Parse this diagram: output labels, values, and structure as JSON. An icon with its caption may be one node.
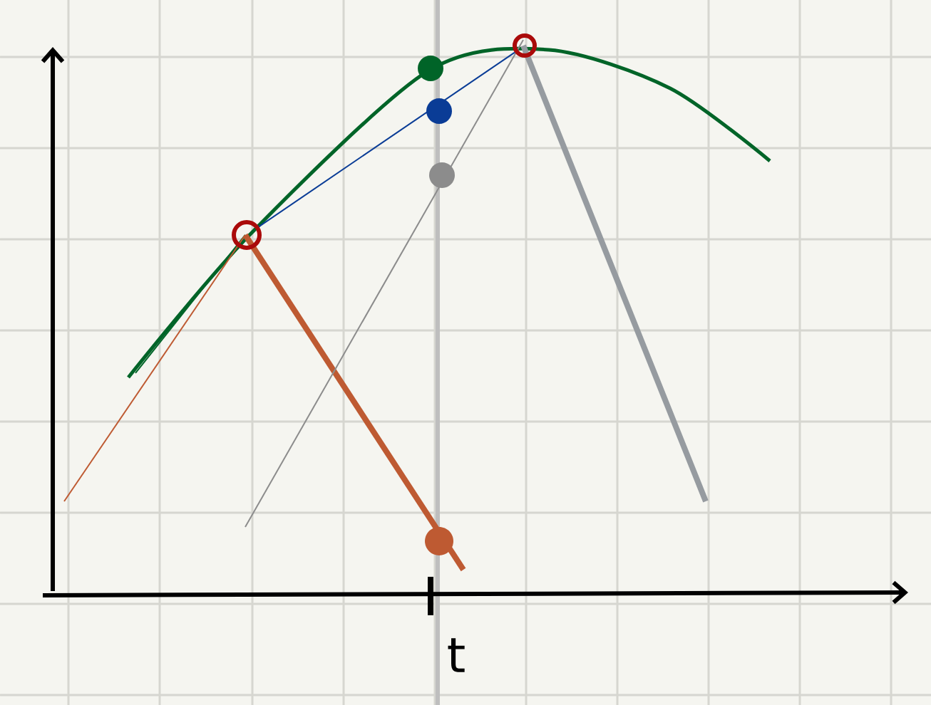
{
  "diagram": {
    "nodes": [
      {
        "text": [],
        "shape": "circle"
      },
      {
        "text": [],
        "shape": "circle"
      }
    ],
    "edges": [
      {
        "from": 0,
        "to": 1,
        "arrow": "none"
      }
    ],
    "labels": [
      "t"
    ]
  }
}
